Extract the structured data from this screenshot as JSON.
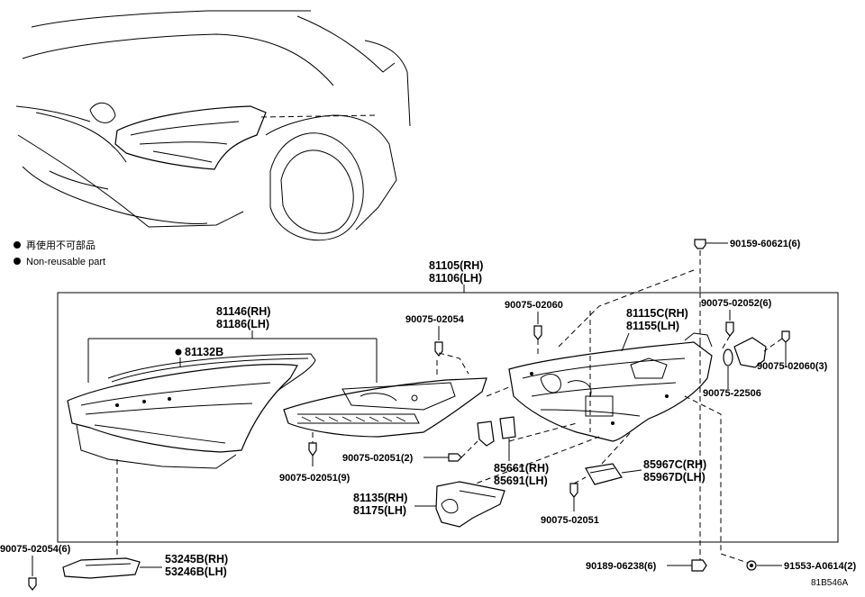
{
  "legend": {
    "japanese": "再使用不可部品",
    "english": "Non-reusable part"
  },
  "labels": {
    "l_81105": "81105(RH)",
    "l_81106": "81106(LH)",
    "l_81146": "81146(RH)",
    "l_81186": "81186(LH)",
    "l_81132b": "81132B",
    "l_90075_02054_a": "90075-02054",
    "l_90075_02060_a": "90075-02060",
    "l_81115c": "81115C(RH)",
    "l_81155": "81155(LH)",
    "l_90075_02052": "90075-02052(6)",
    "l_90075_02060_b": "90075-02060(3)",
    "l_90075_22506": "90075-22506",
    "l_90159": "90159-60621(6)",
    "l_90075_02051_2": "90075-02051(2)",
    "l_90075_02051_9": "90075-02051(9)",
    "l_85661": "85661(RH)",
    "l_85691": "85691(LH)",
    "l_85967c": "85967C(RH)",
    "l_85967d": "85967D(LH)",
    "l_81135": "81135(RH)",
    "l_81175": "81175(LH)",
    "l_90075_02051": "90075-02051",
    "l_90075_02054_6": "90075-02054(6)",
    "l_53245b": "53245B(RH)",
    "l_53246b": "53246B(LH)",
    "l_90189": "90189-06238(6)",
    "l_91553": "91553-A0614(2)",
    "l_code": "81B546A"
  }
}
